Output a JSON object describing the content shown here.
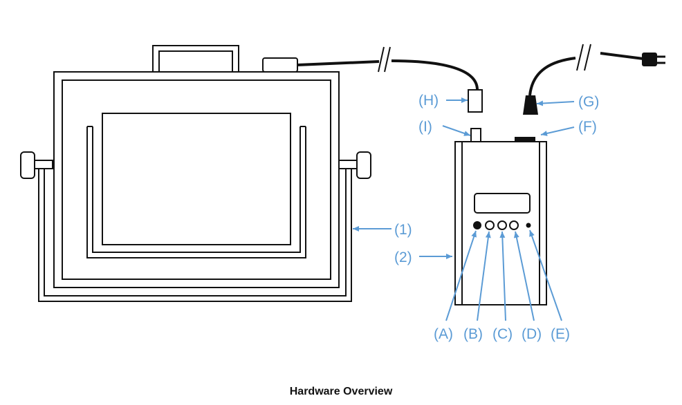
{
  "caption": "Hardware Overview",
  "labels": {
    "one": "(1)",
    "two": "(2)",
    "A": "(A)",
    "B": "(B)",
    "C": "(C)",
    "D": "(D)",
    "E": "(E)",
    "F": "(F)",
    "G": "(G)",
    "H": "(H)",
    "I": "(I)"
  },
  "colors": {
    "label": "#5b9bd5",
    "line": "#111111"
  }
}
